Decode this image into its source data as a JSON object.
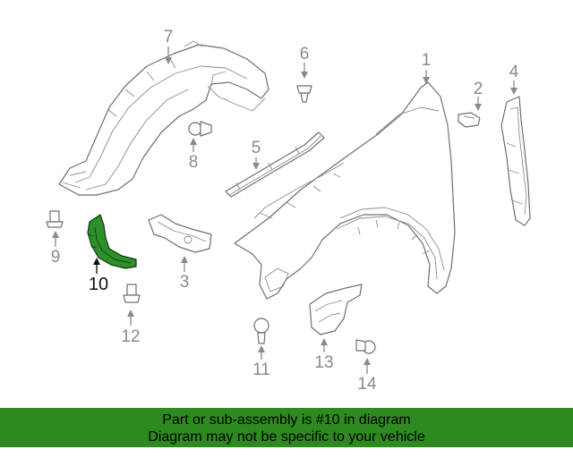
{
  "callouts": [
    {
      "id": "1",
      "label": "1",
      "highlighted": false
    },
    {
      "id": "2",
      "label": "2",
      "highlighted": false
    },
    {
      "id": "3",
      "label": "3",
      "highlighted": false
    },
    {
      "id": "4",
      "label": "4",
      "highlighted": false
    },
    {
      "id": "5",
      "label": "5",
      "highlighted": false
    },
    {
      "id": "6",
      "label": "6",
      "highlighted": false
    },
    {
      "id": "7",
      "label": "7",
      "highlighted": false
    },
    {
      "id": "8",
      "label": "8",
      "highlighted": false
    },
    {
      "id": "9",
      "label": "9",
      "highlighted": false
    },
    {
      "id": "10",
      "label": "10",
      "highlighted": true
    },
    {
      "id": "11",
      "label": "11",
      "highlighted": false
    },
    {
      "id": "12",
      "label": "12",
      "highlighted": false
    },
    {
      "id": "13",
      "label": "13",
      "highlighted": false
    },
    {
      "id": "14",
      "label": "14",
      "highlighted": false
    }
  ],
  "banner": {
    "line1": "Part or sub-assembly is #10 in diagram",
    "line2": "Diagram may not be specific to your vehicle"
  },
  "colors": {
    "highlight_part": "#2f8f2a",
    "banner_background": "#2d8a1e",
    "line_art": "#6f6f6f",
    "callout_text": "#8a8a8a"
  }
}
